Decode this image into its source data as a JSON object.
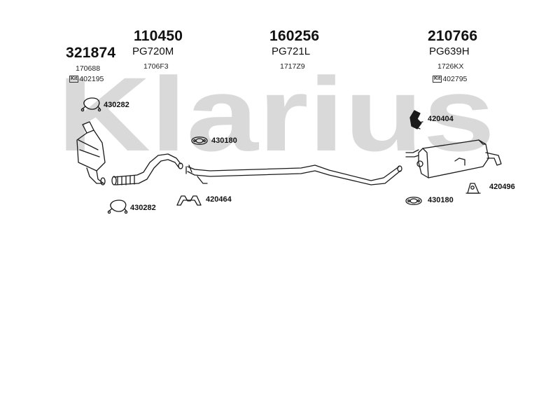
{
  "watermark": "Klarius",
  "columns": [
    {
      "id": "col1",
      "main": "321874",
      "small": "170688",
      "kit_label": "Kit",
      "kit": "402195"
    },
    {
      "id": "col2",
      "main": "110450",
      "sub": "PG720M",
      "small": "1706F3"
    },
    {
      "id": "col3",
      "main": "160256",
      "sub": "PG721L",
      "small": "1717Z9"
    },
    {
      "id": "col4",
      "main": "210766",
      "sub": "PG639H",
      "small": "1726KX",
      "kit_label": "Kit",
      "kit": "402795"
    }
  ],
  "parts": {
    "clamp_top": "430282",
    "clamp_bottom": "430282",
    "gasket_mid": "430180",
    "hanger_mid": "420464",
    "mount_right": "420404",
    "gasket_right": "430180",
    "hanger_right": "420496"
  },
  "colors": {
    "watermark": "#d8d8d8",
    "line": "#1a1a1a",
    "text": "#111111"
  }
}
